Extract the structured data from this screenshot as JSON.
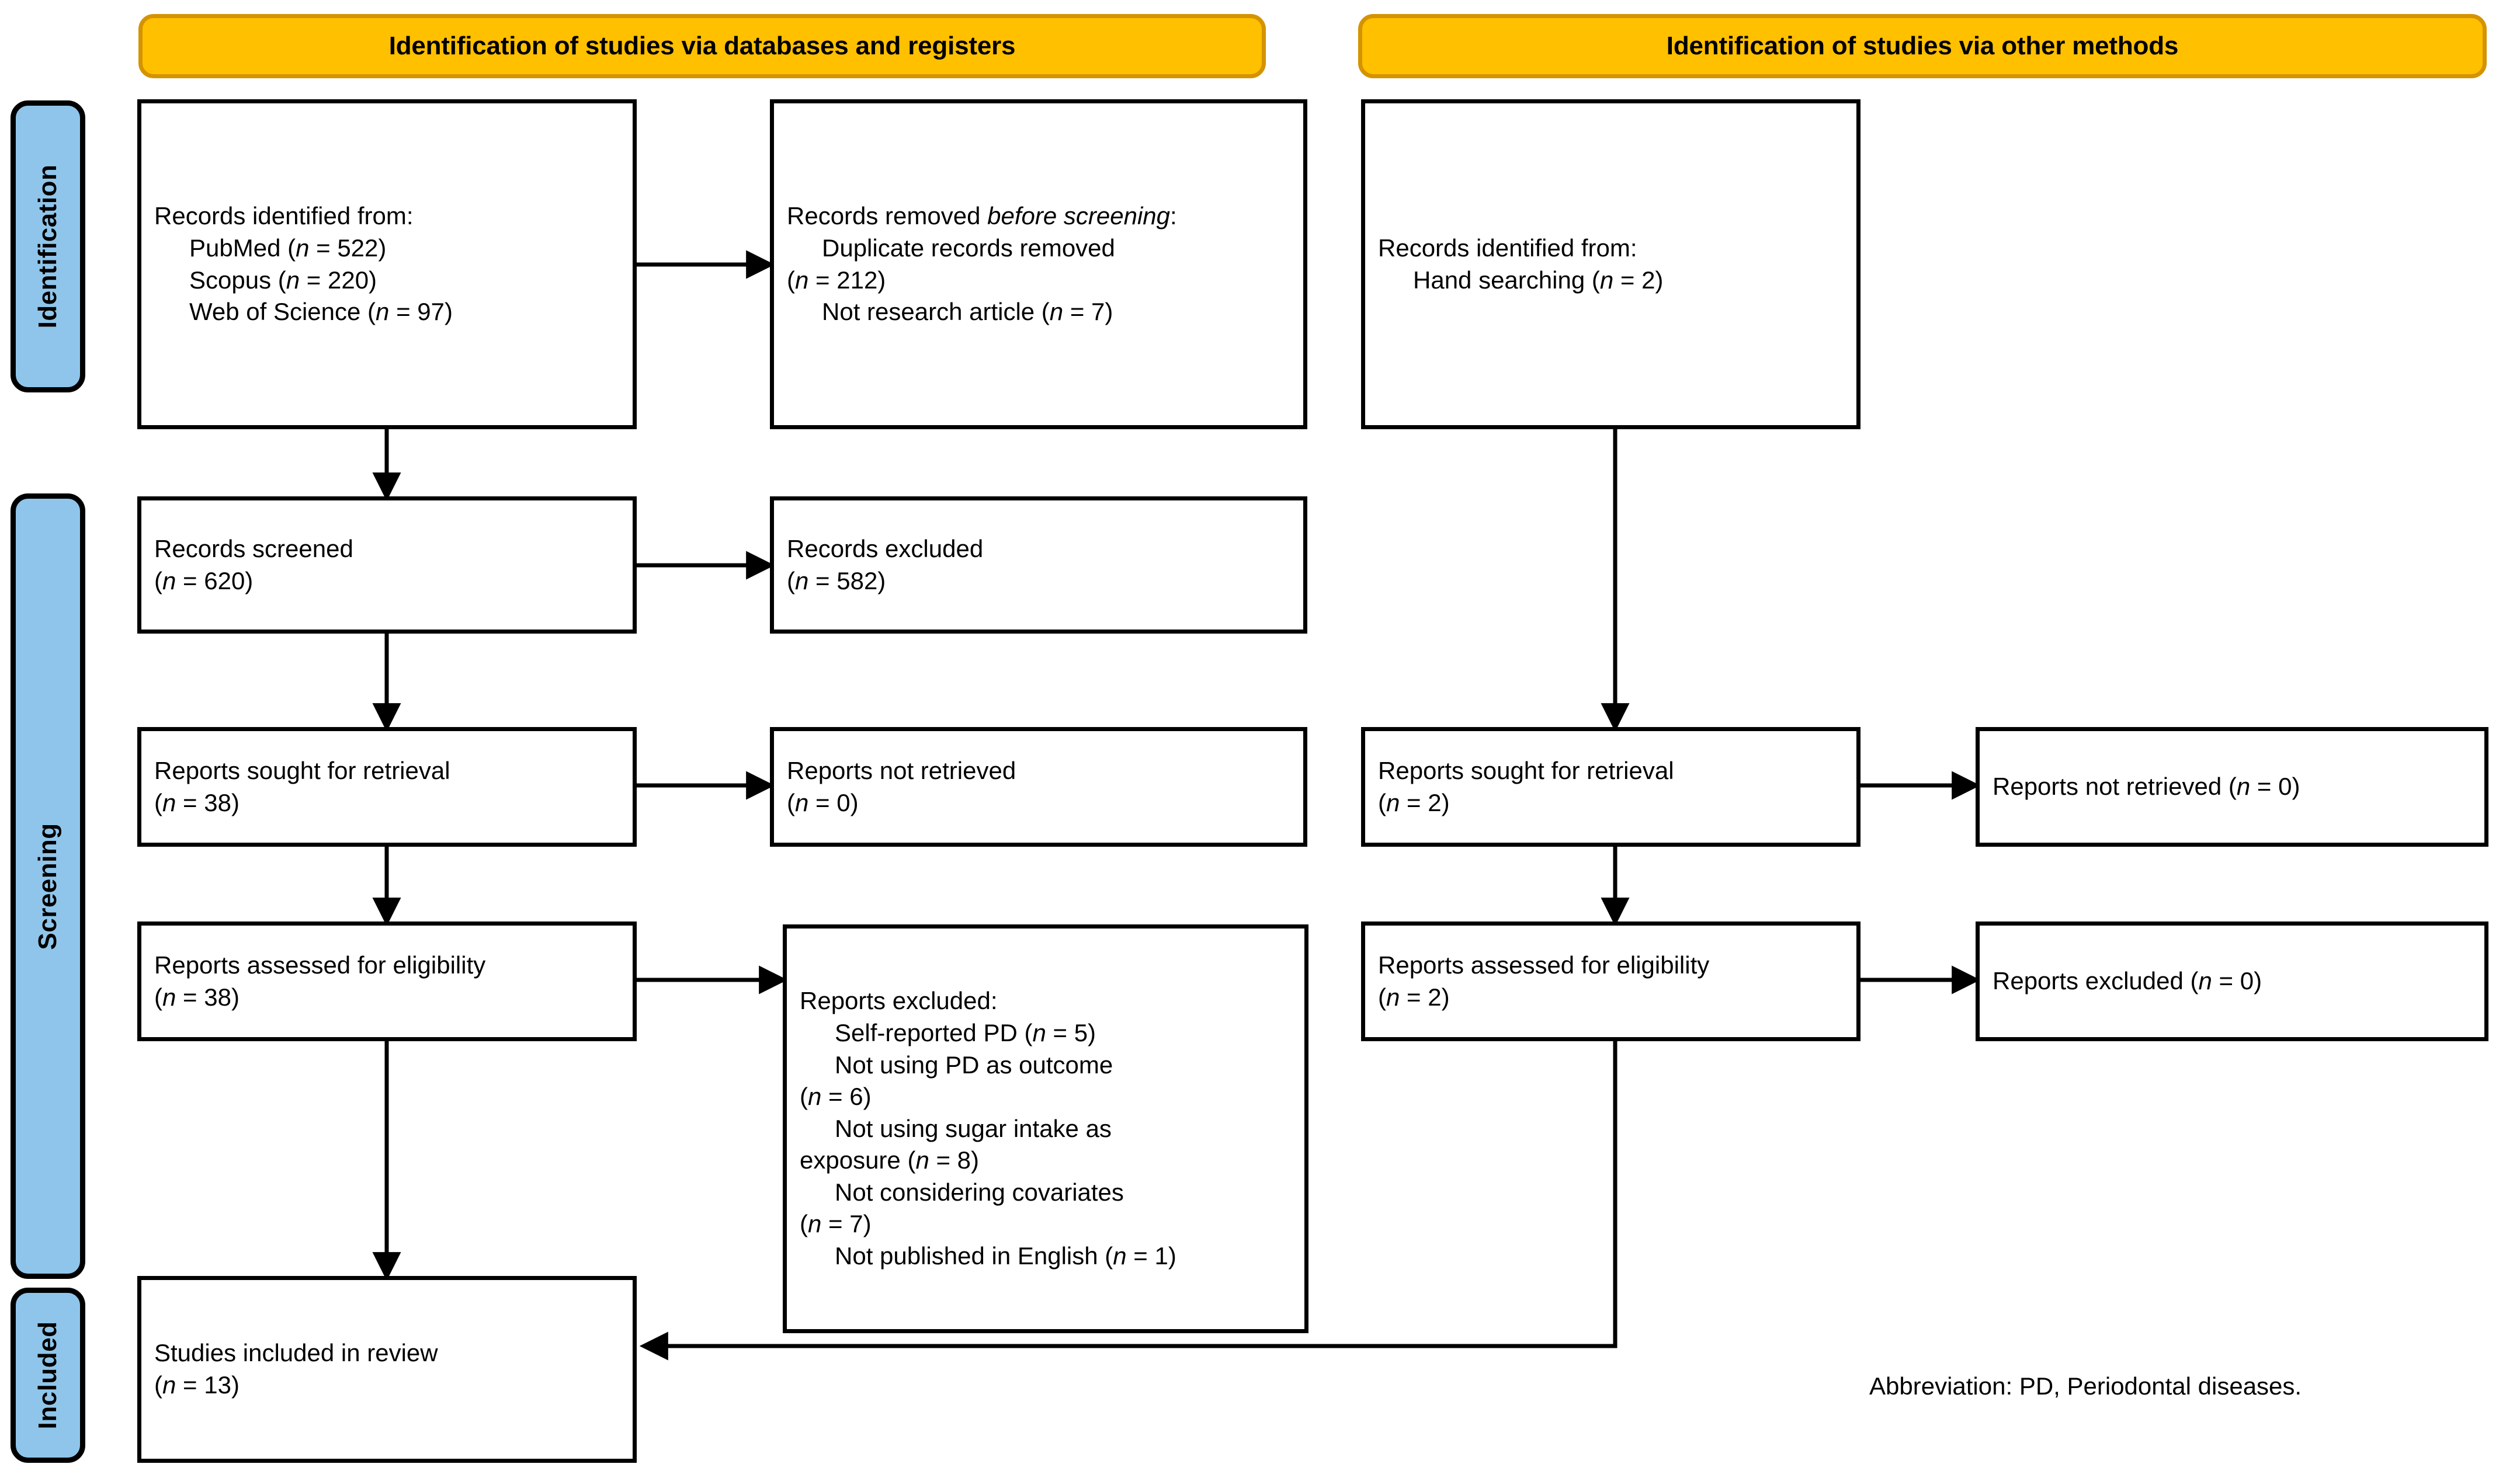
{
  "figure": {
    "type": "PRISMA 2020 flow diagram",
    "footnote": "Abbreviation: PD, Periodontal diseases."
  },
  "colors": {
    "banner_fill": "#FFC000",
    "banner_border": "#D49300",
    "phase_fill": "#8FC5EA",
    "phase_border": "#000000",
    "node_border": "#000000",
    "text": "#000000",
    "background": "#FFFFFF"
  },
  "banners": [
    {
      "id": "databases",
      "label": "Identification of studies via databases and registers"
    },
    {
      "id": "other",
      "label": "Identification of studies via other methods"
    }
  ],
  "phases": [
    {
      "id": "identification",
      "label": "Identification"
    },
    {
      "id": "screening",
      "label": "Screening"
    },
    {
      "id": "included",
      "label": "Included"
    }
  ],
  "nodes": {
    "db_identified": {
      "title": "Records identified from:",
      "items": [
        {
          "label": "PubMed",
          "n": 522,
          "text": "PubMed (n = 522)"
        },
        {
          "label": "Scopus",
          "n": 220,
          "text": "Scopus (n = 220)"
        },
        {
          "label": "Web of Science",
          "n": 97,
          "text": "Web of Science (n = 97)"
        }
      ]
    },
    "db_removed": {
      "title_plain": "Records removed ",
      "title_italic": "before screening",
      "title_tail": ":",
      "items": [
        {
          "label": "Duplicate records removed",
          "n": 212,
          "text_l1": "Duplicate records removed",
          "text_l2": "(n = 212)"
        },
        {
          "label": "Not research article",
          "n": 7,
          "text": "Not research article (n = 7)"
        }
      ]
    },
    "db_screened": {
      "line1": "Records screened",
      "line2": "(n = 620)",
      "n": 620
    },
    "db_excluded": {
      "line1": "Records excluded",
      "line2": "(n = 582)",
      "n": 582
    },
    "db_sought": {
      "line1": "Reports sought for retrieval",
      "line2": "(n = 38)",
      "n": 38
    },
    "db_not_retrieved": {
      "line1": "Reports not retrieved",
      "line2": "(n = 0)",
      "n": 0
    },
    "db_assessed": {
      "line1": "Reports assessed for eligibility",
      "line2": "(n = 38)",
      "n": 38
    },
    "db_reports_excluded": {
      "title": "Reports excluded:",
      "items": [
        {
          "label": "Self-reported PD",
          "n": 5,
          "text": "Self-reported PD (n = 5)"
        },
        {
          "label": "Not using PD as outcome",
          "n": 6,
          "text_l1": "Not using PD as outcome",
          "text_l2": "(n = 6)"
        },
        {
          "label": "Not using sugar intake as exposure",
          "n": 8,
          "text_l1": "Not using sugar intake as",
          "text_l2": "exposure (n = 8)"
        },
        {
          "label": "Not considering covariates",
          "n": 7,
          "text_l1": "Not considering covariates",
          "text_l2": "(n = 7)"
        },
        {
          "label": "Not published in English",
          "n": 1,
          "text": "Not published in English (n = 1)"
        }
      ]
    },
    "included_studies": {
      "line1": "Studies included in review",
      "line2": "(n = 13)",
      "n": 13
    },
    "om_identified": {
      "title": "Records identified from:",
      "items": [
        {
          "label": "Hand searching",
          "n": 2,
          "text": "Hand searching (n = 2)"
        }
      ]
    },
    "om_sought": {
      "line1": "Reports sought for retrieval",
      "line2": "(n = 2)",
      "n": 2
    },
    "om_not_retrieved": {
      "line1": "Reports not retrieved (n = 0)",
      "n": 0
    },
    "om_assessed": {
      "line1": "Reports assessed for eligibility",
      "line2": "(n = 2)",
      "n": 2
    },
    "om_excluded": {
      "line1": "Reports excluded (n = 0)",
      "n": 0
    }
  }
}
